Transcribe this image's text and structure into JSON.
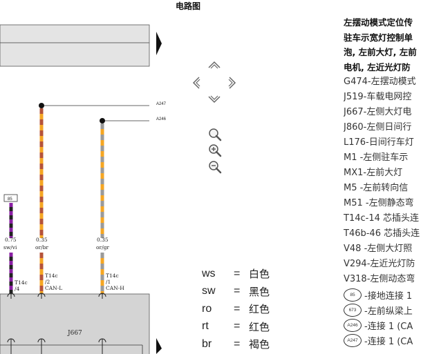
{
  "title": "电路图",
  "wires": [
    {
      "size": "0.75",
      "color": "sw/vi",
      "pin_conn": "T14c",
      "pin": "/4",
      "signal": ""
    },
    {
      "size": "0.35",
      "color": "or/br",
      "pin_conn": "T14c",
      "pin": "/2",
      "signal": "CAN-L",
      "connection": "A247"
    },
    {
      "size": "0.35",
      "color": "or/gr",
      "pin_conn": "T14c",
      "pin": "/1",
      "signal": "CAN-H",
      "connection": "A246"
    }
  ],
  "ground_tag": "85",
  "component_label": "J667",
  "nav": {
    "up": "up-arrow",
    "down": "down-arrow",
    "left": "left-arrow",
    "right": "right-arrow",
    "zoom_fit": "magnifier-icon",
    "zoom_in": "zoom-in-icon",
    "zoom_out": "zoom-out-icon"
  },
  "legend": [
    {
      "code": "ws",
      "eq": "=",
      "name": "白色"
    },
    {
      "code": "sw",
      "eq": "=",
      "name": "黑色"
    },
    {
      "code": "ro",
      "eq": "=",
      "name": "红色"
    },
    {
      "code": "rt",
      "eq": "=",
      "name": "红色"
    },
    {
      "code": "br",
      "eq": "=",
      "name": "褐色"
    }
  ],
  "description": {
    "heading": [
      "左摆动模式定位传",
      "驻车示宽灯控制单",
      "泡, 左前大灯, 左前",
      "电机, 左近光灯防"
    ],
    "items": [
      "G474-左摆动模式",
      "J519-车载电网控",
      "J667-左侧大灯电",
      "J860-左侧日间行",
      "L176-日间行车灯",
      "M1   -左侧驻车示",
      "MX1-左前大灯",
      "M5   -左前转向信",
      "M51 -左侧静态弯",
      "T14c-14 芯插头连",
      "T46b-46 芯插头连",
      "V48  -左侧大灯照",
      "V294-左近光灯防",
      "V318-左侧动态弯"
    ],
    "circle_items": [
      {
        "badge": "85",
        "text": "-接地连接 1"
      },
      {
        "badge": "673",
        "text": "-左前纵梁上"
      },
      {
        "badge": "A246",
        "text": "-连接 1 (CA"
      },
      {
        "badge": "A247",
        "text": "-连接 1 (CA"
      }
    ]
  },
  "colors": {
    "header_band": "#e4e4e4",
    "component_box": "#d4d4d4",
    "wire_orange": "#f5a623",
    "wire_brown": "#b5533a",
    "wire_gray": "#9a9a9a",
    "wire_black": "#222222",
    "wire_violet": "#8a1fa3"
  }
}
